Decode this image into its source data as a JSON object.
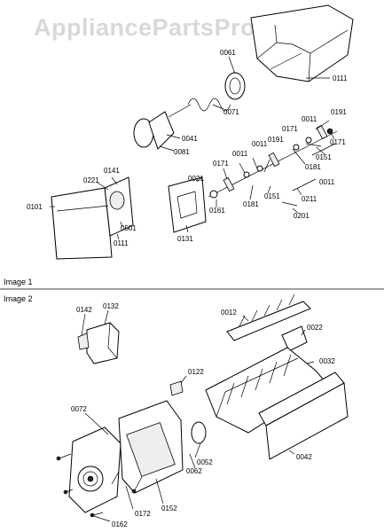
{
  "watermark": "AppliancePartsPros.com",
  "image1_caption": "Image 1",
  "image2_caption": "Image 2",
  "image1_labels": [
    "0061",
    "0111",
    "0071",
    "0041",
    "0081",
    "0011",
    "0191",
    "0171",
    "0151",
    "0181",
    "0201",
    "0211",
    "0161",
    "0021",
    "0131",
    "0141",
    "0221",
    "0101",
    "0501"
  ],
  "image2_labels": [
    "0142",
    "0132",
    "0012",
    "0022",
    "0032",
    "0122",
    "0072",
    "0042",
    "0052",
    "0062",
    "0152",
    "0172",
    "0162"
  ]
}
